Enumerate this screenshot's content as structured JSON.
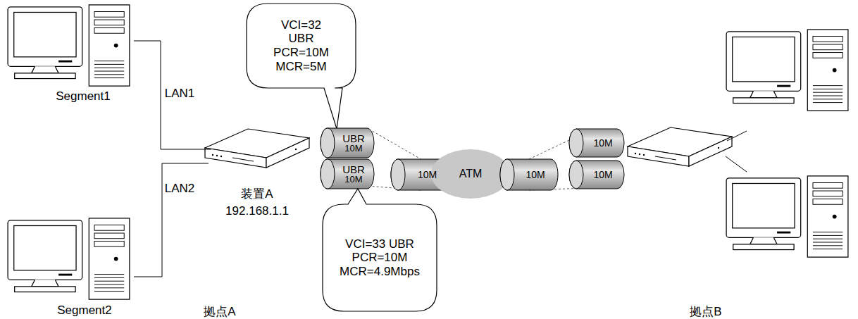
{
  "diagram": {
    "nodes": [
      {
        "text": [
          "VCI=32 UBR PCR=10M MCR=5M"
        ]
      },
      {
        "text": [
          "UBR",
          "10M"
        ]
      },
      {
        "text": [
          "UBR",
          "10M"
        ]
      },
      {
        "text": [
          "10M"
        ]
      },
      {
        "text": [
          "ATM"
        ]
      },
      {
        "text": [
          "10M"
        ]
      },
      {
        "text": [
          "10M"
        ]
      },
      {
        "text": [
          "10M"
        ]
      },
      {
        "text": [
          "VCI=33 UBR PCR=10M MCR=4.9Mbps"
        ]
      }
    ],
    "edges": [
      {
        "from": 1,
        "to": 3,
        "arrow": "none"
      },
      {
        "from": 2,
        "to": 3,
        "arrow": "none"
      },
      {
        "from": 5,
        "to": 6,
        "arrow": "none"
      },
      {
        "from": 5,
        "to": 7,
        "arrow": "none"
      }
    ],
    "labels": [
      "Segment1",
      "LAN1",
      "装置A",
      "192.168.1.1",
      "LAN2",
      "Segment2",
      "拠点A",
      "拠点B"
    ]
  }
}
